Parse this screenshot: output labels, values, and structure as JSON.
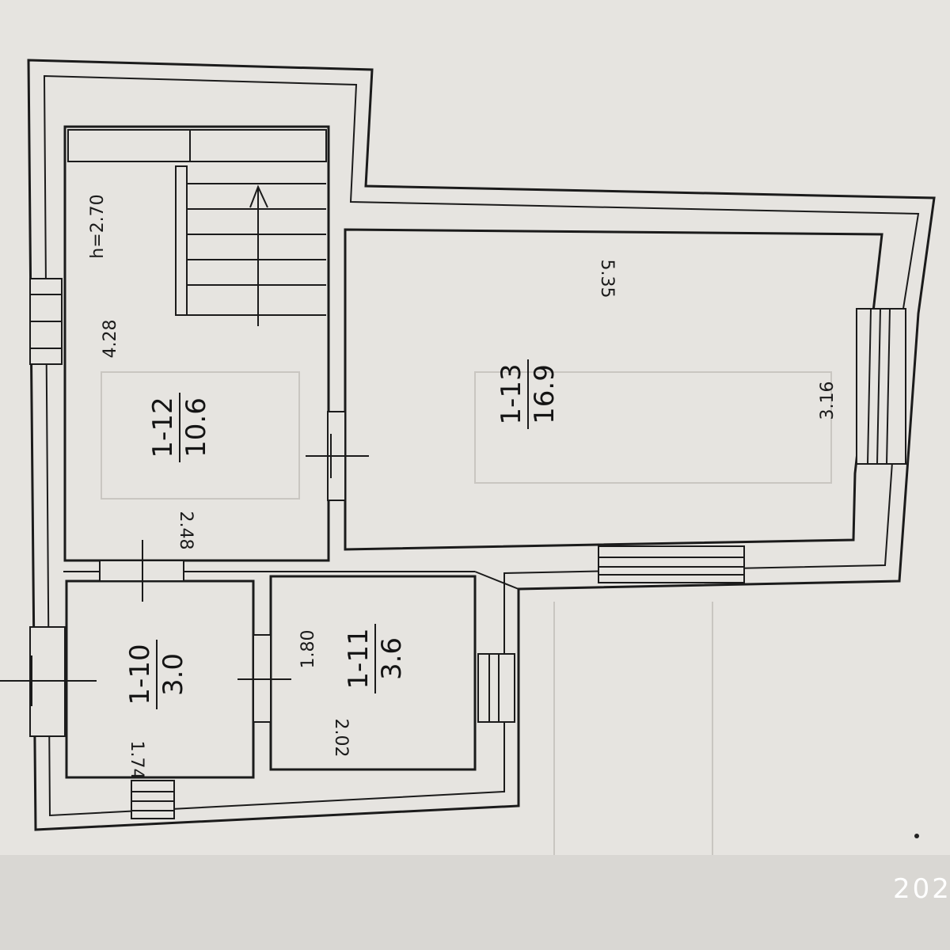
{
  "rooms": {
    "r10": {
      "number": "1-10",
      "area": "3.0",
      "dim_a": "1.74"
    },
    "r11": {
      "number": "1-11",
      "area": "3.6",
      "dim_a": "1.80",
      "dim_b": "2.02"
    },
    "r12": {
      "number": "1-12",
      "area": "10.6",
      "dim_a": "4.28",
      "dim_b": "2.48",
      "height": "h=2.70"
    },
    "r13": {
      "number": "1-13",
      "area": "16.9",
      "dim_a": "5.35",
      "dim_b": "3.16"
    }
  },
  "stamp": "202"
}
